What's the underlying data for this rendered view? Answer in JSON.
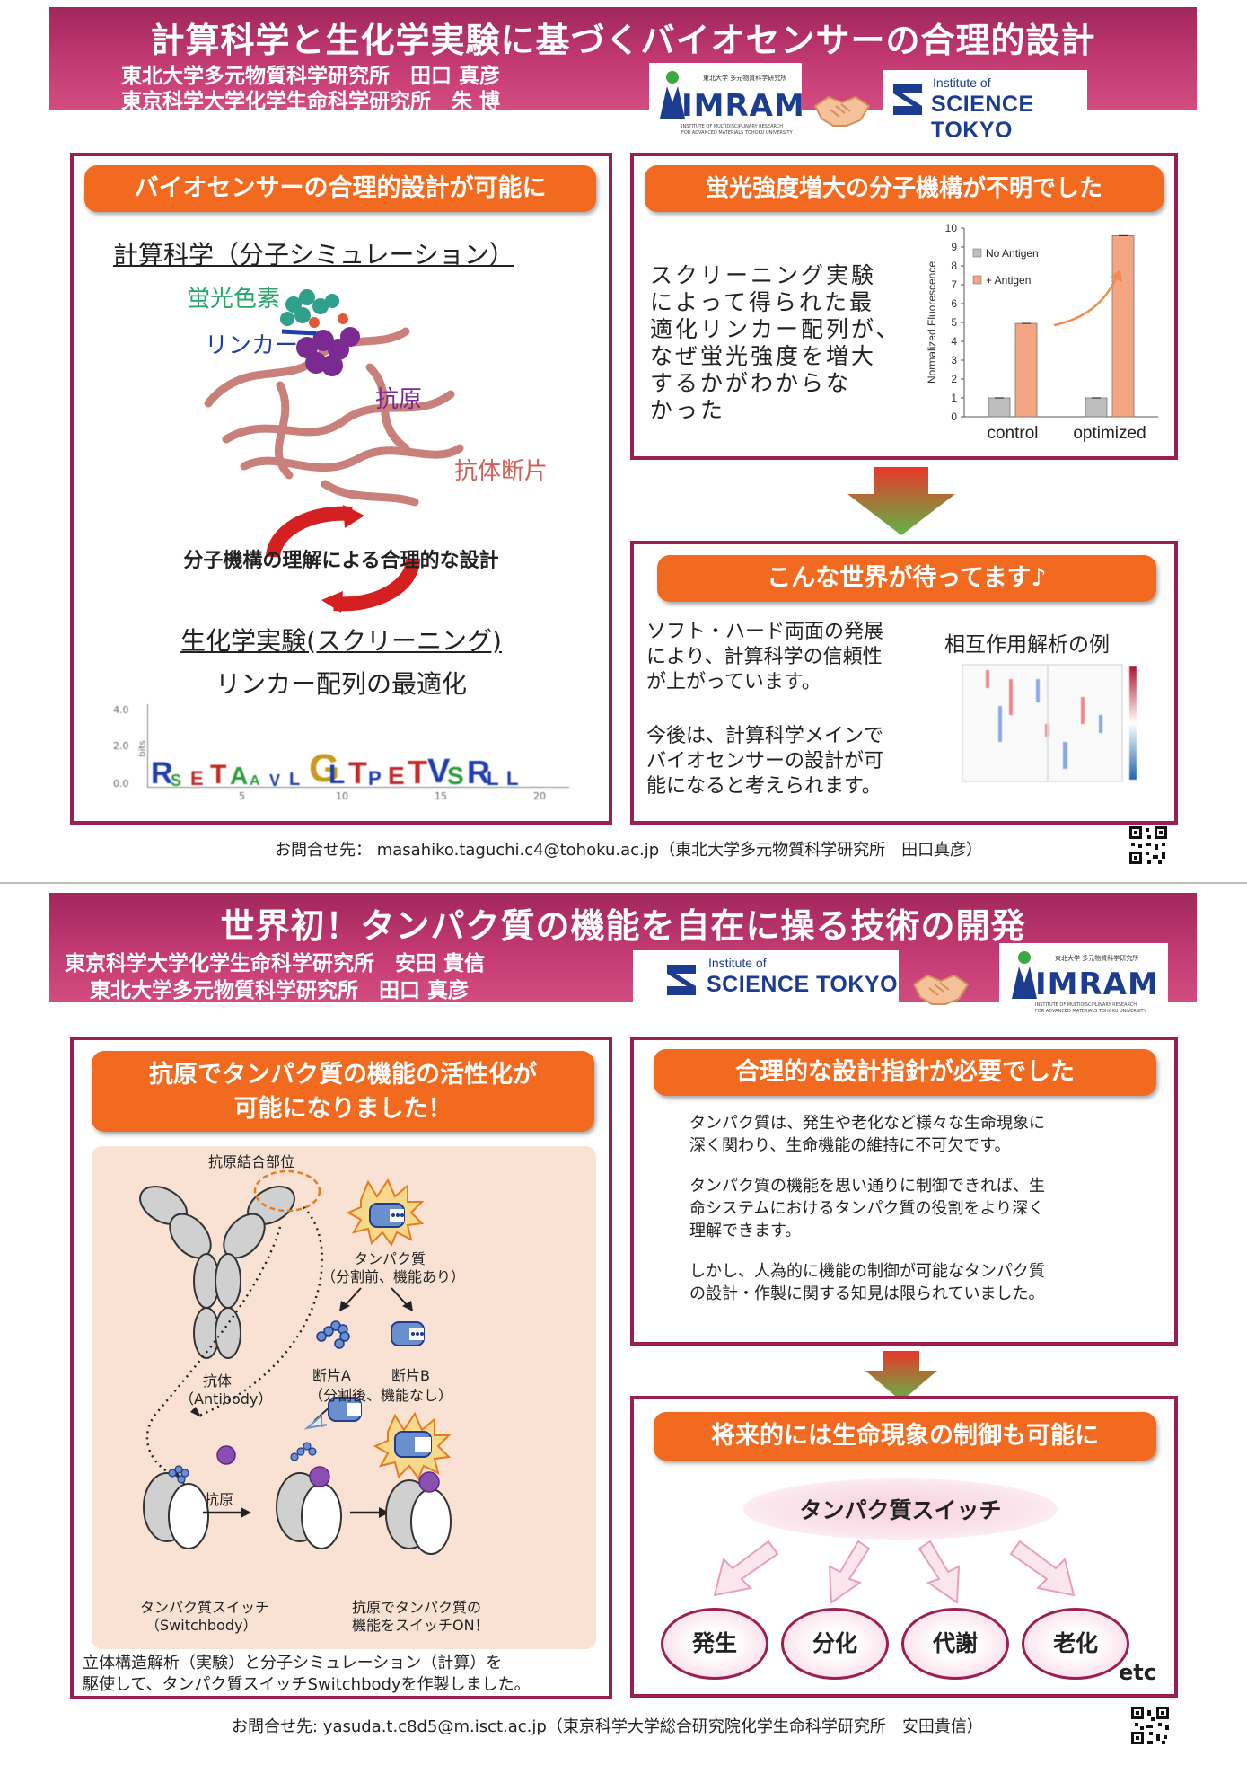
{
  "section1": {
    "title": "計算科学と生化学実験に基づくバイオセンサーの合理的設計",
    "author1": "東北大学多元物質科学研究所　田口 真彦",
    "author2": "東京科学大学化学生命科学研究所　朱 博",
    "left_panel": {
      "heading": "バイオセンサーの合理的設計が可能に",
      "computational_label": "計算科学（分子シミュレーション）",
      "fluorophore_label": "蛍光色素",
      "linker_label": "リンカー",
      "antigen_label": "抗原",
      "antibody_fragment_label": "抗体断片",
      "cycle_label": "分子機構の理解による合理的な設計",
      "experiment_label": "生化学実験(スクリーニング)",
      "optimization_label": "リンカー配列の最適化",
      "logo_yticks": [
        "4.0",
        "2.0",
        "0.0"
      ],
      "logo_ylabel": "bits",
      "logo_xticks": [
        "5",
        "10",
        "15",
        "20"
      ],
      "logo_sequence": [
        "R",
        "S",
        "E",
        "T",
        "A",
        "A",
        "V",
        "L",
        "G",
        "L",
        "T",
        "P",
        "E",
        "T",
        "V",
        "S",
        "R",
        "L",
        "L"
      ]
    },
    "right_top_panel": {
      "heading": "蛍光強度増大の分子機構が不明でした",
      "body": [
        "スクリーニング実験",
        "によって得られた最",
        "適化リンカー配列が、",
        "なぜ蛍光強度を増大",
        "するかがわからな",
        "かった"
      ]
    },
    "right_bottom_panel": {
      "heading": "こんな世界が待ってます♪",
      "para1": [
        "ソフト・ハード両面の発展",
        "により、計算科学の信頼性",
        "が上がっています。"
      ],
      "para2": [
        "今後は、計算科学メインで",
        "バイオセンサーの設計が可",
        "能になると考えられます。"
      ],
      "heatmap_title": "相互作用解析の例"
    },
    "contact": "お問合せ先：  masahiko.taguchi.c4@tohoku.ac.jp（東北大学多元物質科学研究所　田口真彦）"
  },
  "chart_data": {
    "type": "bar",
    "categories": [
      "control",
      "optimized"
    ],
    "series": [
      {
        "name": "No Antigen",
        "values": [
          1.0,
          1.0
        ],
        "color": "#bdbdbd"
      },
      {
        "name": "+ Antigen",
        "values": [
          4.95,
          9.6
        ],
        "color": "#f4a582"
      }
    ],
    "ylabel": "Normalized Fluorescence",
    "ylim": [
      0,
      10
    ],
    "yticks": [
      "0",
      "1",
      "2",
      "3",
      "4",
      "5",
      "6",
      "7",
      "8",
      "9",
      "10"
    ],
    "legend_position": "top-left",
    "grid": false
  },
  "logos": {
    "imram_small": "東北大学 多元物質科学研究所",
    "imram_word": "IMRAM",
    "imram_sub1": "INSTITUTE OF MULTIDISCIPLINARY RESEARCH",
    "imram_sub2": "FOR ADVANCED MATERIALS TOHOKU UNIVERSITY",
    "st_inst": "Institute of",
    "st_sci": "SCIENCE TOKYO"
  },
  "section2": {
    "title": "世界初！タンパク質の機能を自在に操る技術の開発",
    "author1": "東京科学大学化学生命科学研究所　安田 貴信",
    "author2": "東北大学多元物質科学研究所　田口 真彦",
    "left_panel": {
      "heading_line1": "抗原でタンパク質の機能の活性化が",
      "heading_line2": "可能になりました！",
      "binding_site": "抗原結合部位",
      "protein_label1": "タンパク質",
      "protein_label2": "（分割前、機能あり）",
      "antibody_label1": "抗体",
      "antibody_label2": "（Antibody）",
      "fragA": "断片A",
      "fragB": "断片B",
      "frag_note": "（分割後、機能なし）",
      "antigen": "抗原",
      "switch_label1": "タンパク質スイッチ",
      "switch_label2": "（Switchbody）",
      "on_label1": "抗原でタンパク質の",
      "on_label2": "機能をスイッチON！",
      "caption1": "立体構造解析（実験）と分子シミュレーション（計算）を",
      "caption2": "駆使して、タンパク質スイッチSwitchbodyを作製しました。"
    },
    "right_top_panel": {
      "heading": "合理的な設計指針が必要でした",
      "p1": [
        "タンパク質は、発生や老化など様々な生命現象に",
        "深く関わり、生命機能の維持に不可欠です。"
      ],
      "p2": [
        "タンパク質の機能を思い通りに制御できれば、生",
        "命システムにおけるタンパク質の役割をより深く",
        "理解できます。"
      ],
      "p3": [
        "しかし、人為的に機能の制御が可能なタンパク質",
        "の設計・作製に関する知見は限られていました。"
      ]
    },
    "right_bottom_panel": {
      "heading": "将来的には生命現象の制御も可能に",
      "center": "タンパク質スイッチ",
      "items": [
        "発生",
        "分化",
        "代謝",
        "老化"
      ],
      "etc": "etc"
    },
    "contact": "お問合せ先: yasuda.t.c8d5@m.isct.ac.jp（東京科学大学総合研究院化学生命科学研究所　安田貴信）"
  }
}
